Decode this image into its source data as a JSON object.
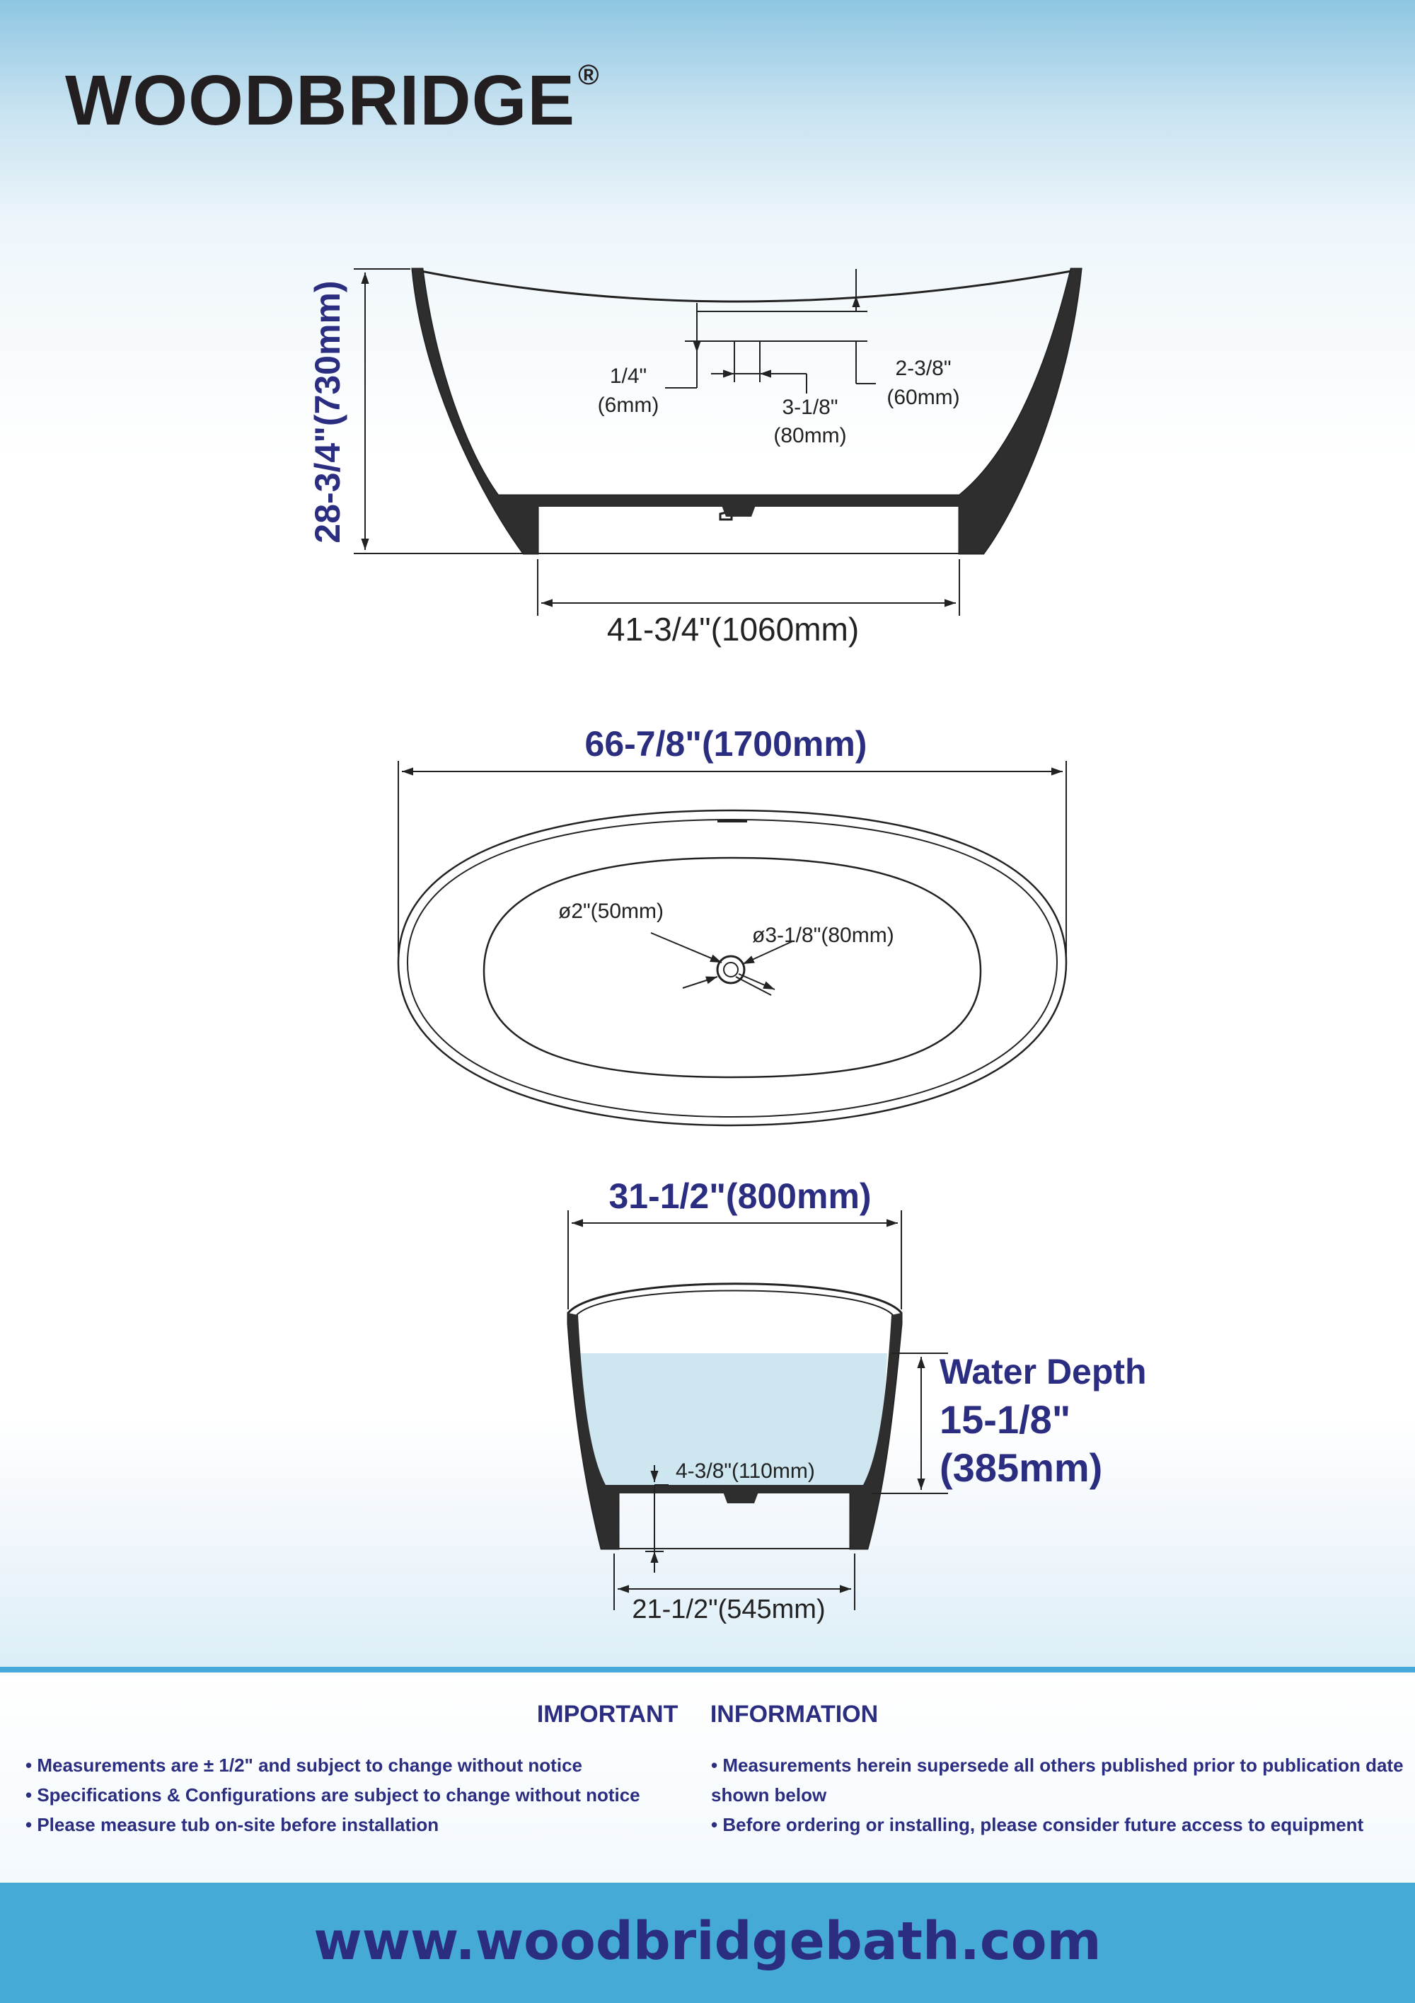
{
  "brand": {
    "name": "WOODBRIDGE",
    "trademark": "®"
  },
  "colors": {
    "dim_accent": "#2b2e80",
    "water": "#cde6f0",
    "rule": "#47a8dc",
    "footer_bg": "#46aad7"
  },
  "side_view": {
    "height_label": "28-3/4\"(730mm)",
    "base_width_label": "41-3/4\"(1060mm)",
    "rim_dip_label": "1/4\"",
    "rim_dip_mm": "(6mm)",
    "overflow_width_label": "3-1/8\"",
    "overflow_width_mm": "(80mm)",
    "overflow_drop_label": "2-3/8\"",
    "overflow_drop_mm": "(60mm)"
  },
  "top_view": {
    "length_label": "66-7/8\"(1700mm)",
    "drain_label": "ø2\"(50mm)",
    "drain_outer_label": "ø3-1/8\"(80mm)"
  },
  "end_view": {
    "width_label": "31-1/2\"(800mm)",
    "water_depth_title": "Water Depth",
    "water_depth_in": "15-1/8\"",
    "water_depth_mm": "(385mm)",
    "drain_height_label": "4-3/8\"(110mm)",
    "base_width_label": "21-1/2\"(545mm)"
  },
  "info": {
    "title": "IMPORTANT INFORMATION",
    "left": [
      "Measurements are ± 1/2\" and subject to change without notice",
      "Specifications & Configurations are subject to change without notice",
      "Please measure tub on-site before installation"
    ],
    "right": [
      "Measurements herein supersede all others published prior to publication date shown below",
      "Before ordering or installing, please consider future access to equipment"
    ]
  },
  "footer": {
    "url": "www.woodbridgebath.com"
  }
}
